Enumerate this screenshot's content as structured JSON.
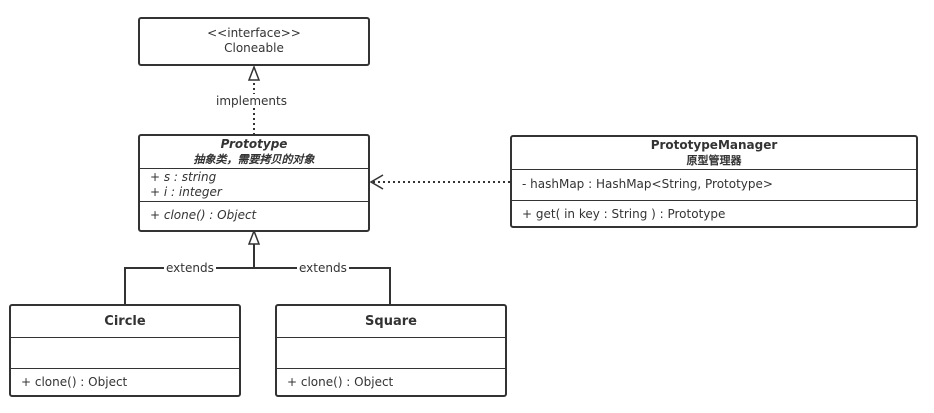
{
  "interface": {
    "stereotype": "<<interface>>",
    "name": "Cloneable"
  },
  "prototype": {
    "name": "Prototype",
    "subtitle": "抽象类，需要拷贝的对象",
    "attributes": [
      "+ s : string",
      "+ i : integer"
    ],
    "methods": [
      "+ clone() : Object"
    ]
  },
  "manager": {
    "name": "PrototypeManager",
    "subtitle": "原型管理器",
    "attributes": [
      "- hashMap : HashMap<String, Prototype>"
    ],
    "methods": [
      "+ get( in key : String ) : Prototype"
    ]
  },
  "circle": {
    "name": "Circle",
    "methods": [
      "+ clone() : Object"
    ]
  },
  "square": {
    "name": "Square",
    "methods": [
      "+ clone() : Object"
    ]
  },
  "labels": {
    "implements": "implements",
    "extends_left": "extends",
    "extends_right": "extends"
  }
}
